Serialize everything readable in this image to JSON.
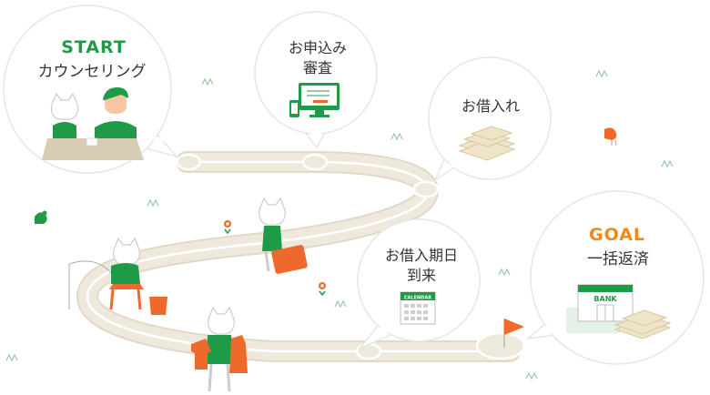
{
  "colors": {
    "green": "#1f9a47",
    "orange": "#ee6a2c",
    "path": "#efe8dc",
    "path_edge": "#e2d8c6",
    "bubble_border": "#e6e6e6",
    "text": "#333333"
  },
  "steps": [
    {
      "id": "start",
      "title": "START",
      "label": "カウンセリング"
    },
    {
      "id": "apply",
      "label_line1": "お申込み",
      "label_line2": "審査"
    },
    {
      "id": "borrow",
      "label": "お借入れ"
    },
    {
      "id": "due",
      "label_line1": "お借入期日",
      "label_line2": "到来"
    },
    {
      "id": "goal",
      "title": "GOAL",
      "label": "一括返済"
    }
  ],
  "calendar_label": "CALENDAR",
  "bank_label": "BANK",
  "icons": [
    "cat-counselor-illustration",
    "computer-icon",
    "money-stack-icon",
    "calendar-icon",
    "bank-icon",
    "goal-flag-icon",
    "cat-fishing-illustration",
    "cat-suitcase-illustration",
    "cat-shopping-illustration",
    "bird-icon",
    "flower-icon"
  ]
}
